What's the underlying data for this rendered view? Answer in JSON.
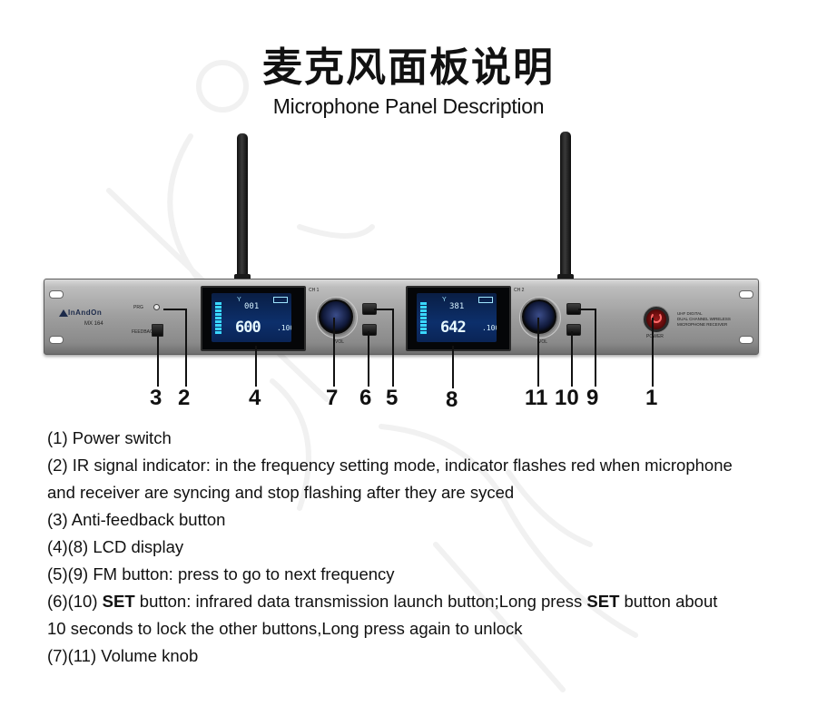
{
  "title_cn": "麦克风面板说明",
  "title_en": "Microphone Panel Description",
  "panel": {
    "brand": "InAndOn",
    "model": "MX 164",
    "ir_label": "PRG",
    "ch1_label": "CH 1",
    "ch2_label": "CH 2",
    "ch1_channel": "001",
    "ch1_freq_main": "600",
    "ch1_freq_frac": ".100",
    "ch2_channel": "381",
    "ch2_freq_main": "642",
    "ch2_freq_frac": ".100",
    "vol_label": "VOL",
    "power_label": "POWER",
    "spec_line1": "UHF DIGITAL",
    "spec_line2": "DUAL CHANNEL WIRELESS",
    "spec_line3": "MICROPHONE RECEIVER",
    "feedback_label": "FEEDBACK"
  },
  "callouts": [
    "3",
    "2",
    "4",
    "7",
    "6",
    "5",
    "8",
    "11",
    "10",
    "9",
    "1"
  ],
  "descriptions": [
    {
      "prefix": "(1)  ",
      "text": "Power switch"
    },
    {
      "prefix": "(2)  ",
      "text": "IR signal indicator: in the frequency setting mode, indicator flashes red when microphone"
    },
    {
      "prefix": "",
      "text": "and receiver are syncing and stop flashing after they are syced"
    },
    {
      "prefix": "(3)  ",
      "text": "Anti-feedback button"
    },
    {
      "prefix": "(4)(8)  ",
      "text": "LCD display"
    },
    {
      "prefix": "(5)(9)  ",
      "text": "FM button: press to go to next frequency"
    },
    {
      "prefix": "(6)(10)  ",
      "bold1": "SET",
      "text": " button: infrared data transmission launch button;Long press ",
      "bold2": "SET",
      "text2": " button about"
    },
    {
      "prefix": "",
      "text": "10 seconds to lock the other buttons,Long press again to unlock"
    },
    {
      "prefix": "(7)(11)  ",
      "text": "Volume knob"
    }
  ],
  "colors": {
    "accent": "#0c2f6b",
    "lcd_text": "#e6f8ff",
    "power": "#9b1b1b"
  }
}
